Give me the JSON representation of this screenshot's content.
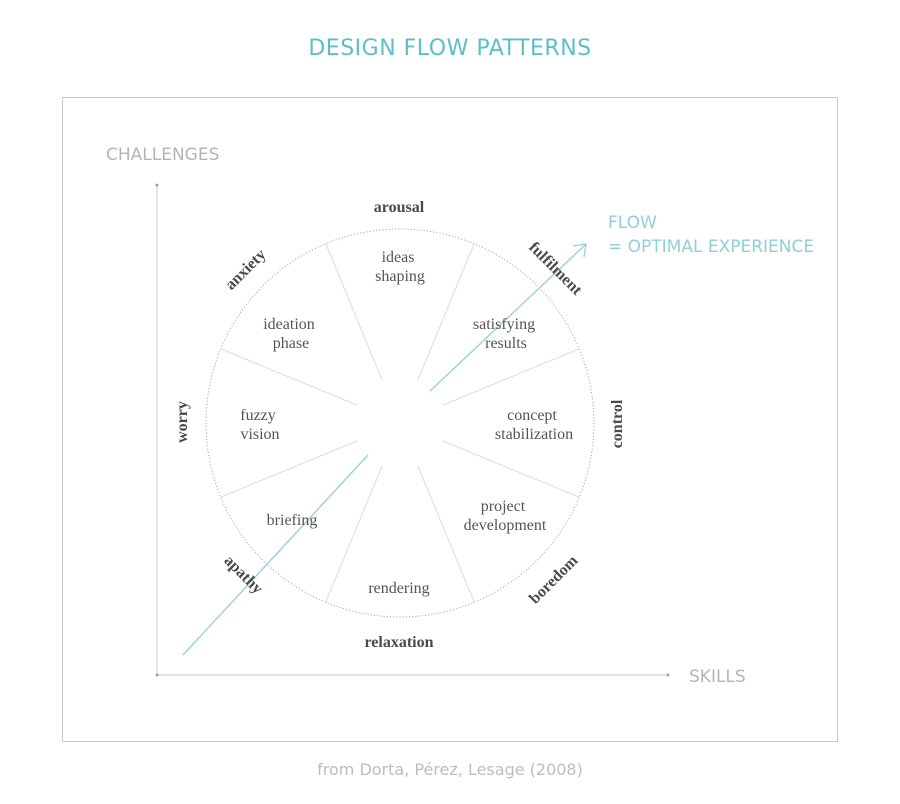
{
  "title": "DESIGN FLOW PATTERNS",
  "caption": "from Dorta, Pérez, Lesage (2008)",
  "colors": {
    "accent": "#5bbfca",
    "flow_line": "#8fd0d7",
    "axis": "#c8c8c8",
    "text_dark": "#4a4a4a",
    "text_light": "#b5b5b5"
  },
  "axes": {
    "y_label": "CHALLENGES",
    "x_label": "SKILLS"
  },
  "flow": {
    "line1": "FLOW",
    "line2": "= OPTIMAL EXPERIENCE"
  },
  "states": [
    {
      "label": "arousal"
    },
    {
      "label": "fulfilment"
    },
    {
      "label": "control"
    },
    {
      "label": "boredom"
    },
    {
      "label": "relaxation"
    },
    {
      "label": "apathy"
    },
    {
      "label": "worry"
    },
    {
      "label": "anxiety"
    }
  ],
  "phases": [
    {
      "line1": "ideas",
      "line2": "shaping"
    },
    {
      "line1": "satisfying",
      "line2": "results"
    },
    {
      "line1": "concept",
      "line2": "stabilization"
    },
    {
      "line1": "project",
      "line2": "development"
    },
    {
      "line1": "rendering",
      "line2": ""
    },
    {
      "line1": "briefing",
      "line2": ""
    },
    {
      "line1": "fuzzy",
      "line2": "vision"
    },
    {
      "line1": "ideation",
      "line2": "phase"
    }
  ]
}
